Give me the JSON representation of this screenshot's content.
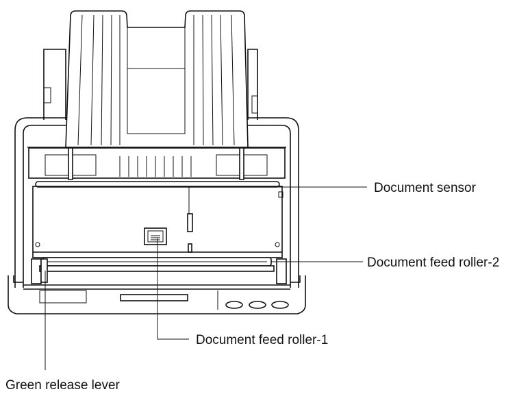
{
  "callouts": {
    "document_sensor": "Document sensor",
    "document_feed_roller_2": "Document feed roller-2",
    "document_feed_roller_1": "Document feed roller-1",
    "green_release_lever": "Green release lever"
  },
  "colors": {
    "line": "#111111",
    "background": "#ffffff"
  }
}
